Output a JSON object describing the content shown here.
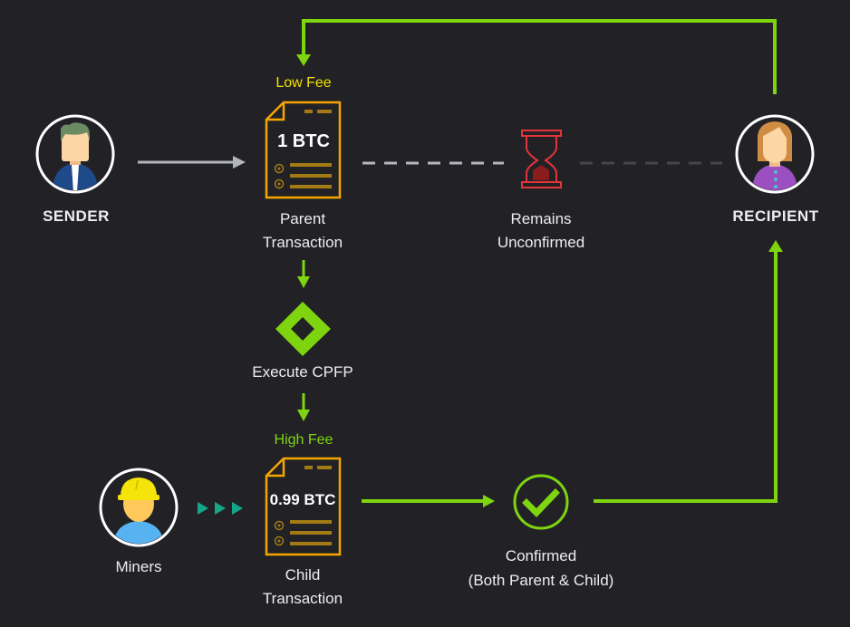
{
  "colors": {
    "background": "#222226",
    "green": "#7ed50f",
    "orange": "#f5a500",
    "doc_line": "#a47a14",
    "yellow_fee": "#f2e000",
    "gray_arrow": "#b3b7bd",
    "dash_light": "#b3b7bd",
    "dash_dark": "#45464b",
    "red": "#e2353b",
    "teal": "#17a589",
    "white": "#ffffff"
  },
  "nodes": {
    "sender": {
      "label": "SENDER",
      "icon": "sender-avatar"
    },
    "recipient": {
      "label": "RECIPIENT",
      "icon": "recipient-avatar"
    },
    "parent_tx": {
      "fee_label": "Low Fee",
      "amount": "1 BTC",
      "label_line1": "Parent",
      "label_line2": "Transaction",
      "icon": "document-icon"
    },
    "unconfirmed": {
      "label_line1": "Remains",
      "label_line2": "Unconfirmed",
      "icon": "hourglass-icon"
    },
    "cpfp": {
      "label": "Execute CPFP",
      "icon": "diamond-icon"
    },
    "child_tx": {
      "fee_label": "High Fee",
      "amount": "0.99 BTC",
      "label_line1": "Child",
      "label_line2": "Transaction",
      "icon": "document-icon"
    },
    "miners": {
      "label": "Miners",
      "icon": "miner-avatar"
    },
    "confirmed": {
      "label_line1": "Confirmed",
      "label_line2": "(Both Parent & Child)",
      "icon": "checkmark-circle-icon"
    }
  }
}
